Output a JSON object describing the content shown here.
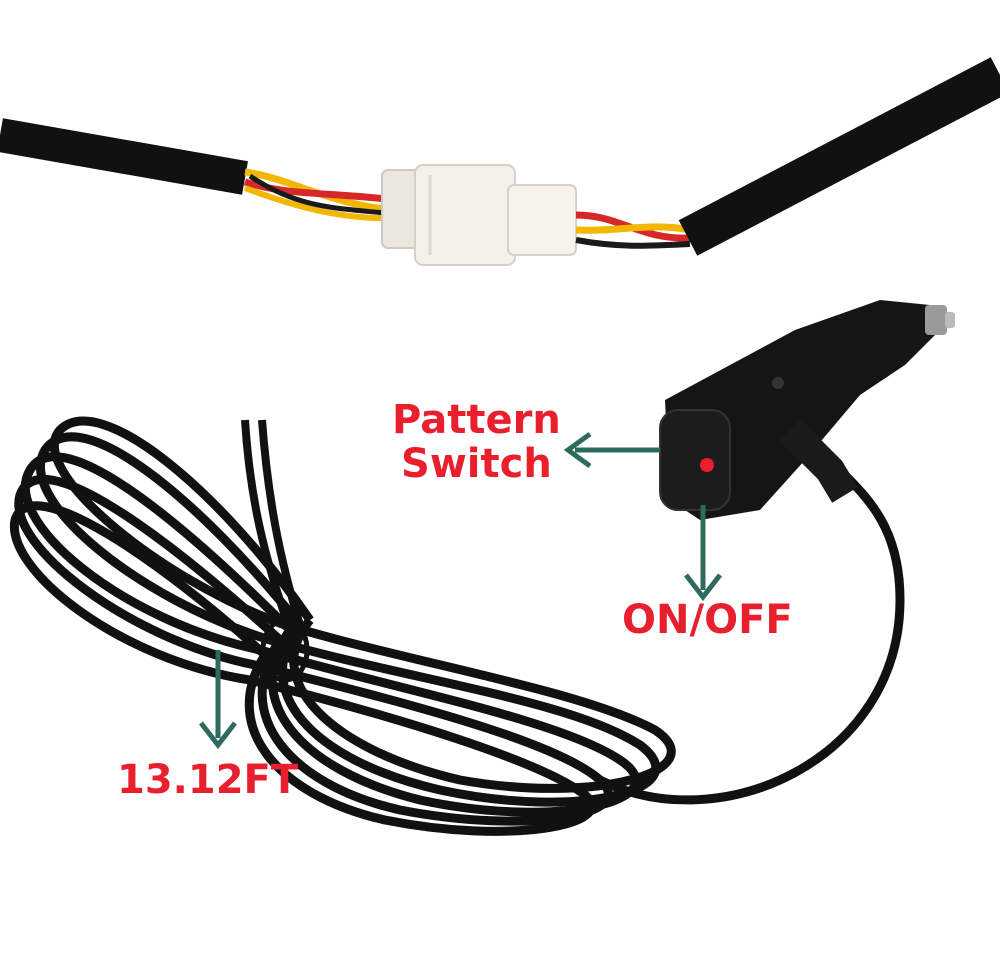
{
  "labels": {
    "pattern_switch_line1": "Pattern",
    "pattern_switch_line2": "Switch",
    "on_off": "ON/OFF",
    "cable_length": "13.12FT"
  },
  "colors": {
    "label_text": "#e8202e",
    "arrow": "#2f6a5f",
    "cable": "#111111",
    "connector": "#f3f0e8",
    "wire_red": "#d62828",
    "wire_yellow": "#f2b705"
  },
  "icons": {
    "arrow_left": "arrow-left-icon",
    "arrow_down": "arrow-down-icon"
  }
}
